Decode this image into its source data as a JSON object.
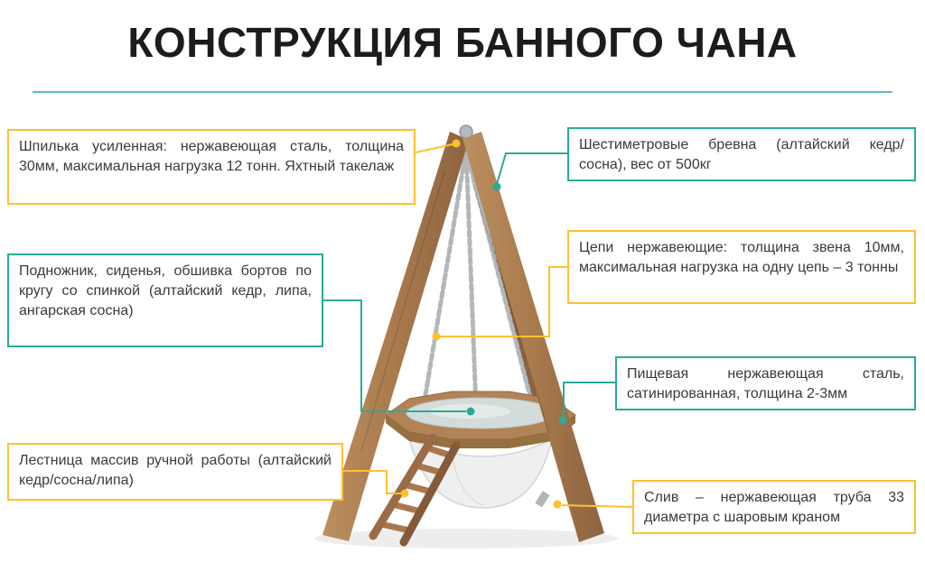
{
  "title": "КОНСТРУКЦИЯ БАННОГО ЧАНА",
  "colors": {
    "accent_yellow": "#FFC02E",
    "accent_teal": "#2BAA96",
    "divider_teal": "#5BC0B2",
    "text": "#3A3A3A",
    "title": "#1C1C1C",
    "wood": "#A97C50",
    "steel": "#ADB3B6"
  },
  "callouts": [
    {
      "id": "stud",
      "color": "accent_yellow",
      "text": "Шпилька усиленная: нержавеющая сталь, толщина 30мм, максимальная нагрузка 12 тонн. Яхтный такелаж"
    },
    {
      "id": "seats",
      "color": "accent_teal",
      "text": "Подножник, сиденья, обшивка бортов по кругу со спинкой (алтайский кедр, липа, ангарская сосна)"
    },
    {
      "id": "ladder",
      "color": "accent_yellow",
      "text": "Лестница массив ручной работы (алтайский кедр/сосна/липа)"
    },
    {
      "id": "logs",
      "color": "accent_teal",
      "text": "Шестиметровые бревна (алтайский кедр/сосна), вес от 500кг"
    },
    {
      "id": "chains",
      "color": "accent_yellow",
      "text": "Цепи нержавеющие: толщина звена 10мм, максимальная нагрузка на одну цепь – 3 тонны"
    },
    {
      "id": "steel_bowl",
      "color": "accent_teal",
      "text": "Пищевая нержавеющая сталь, сатинированная, толщина 2-3мм"
    },
    {
      "id": "drain",
      "color": "accent_yellow",
      "text": "Слив – нержавеющая труба 33 диаметра с шаровым краном"
    }
  ]
}
